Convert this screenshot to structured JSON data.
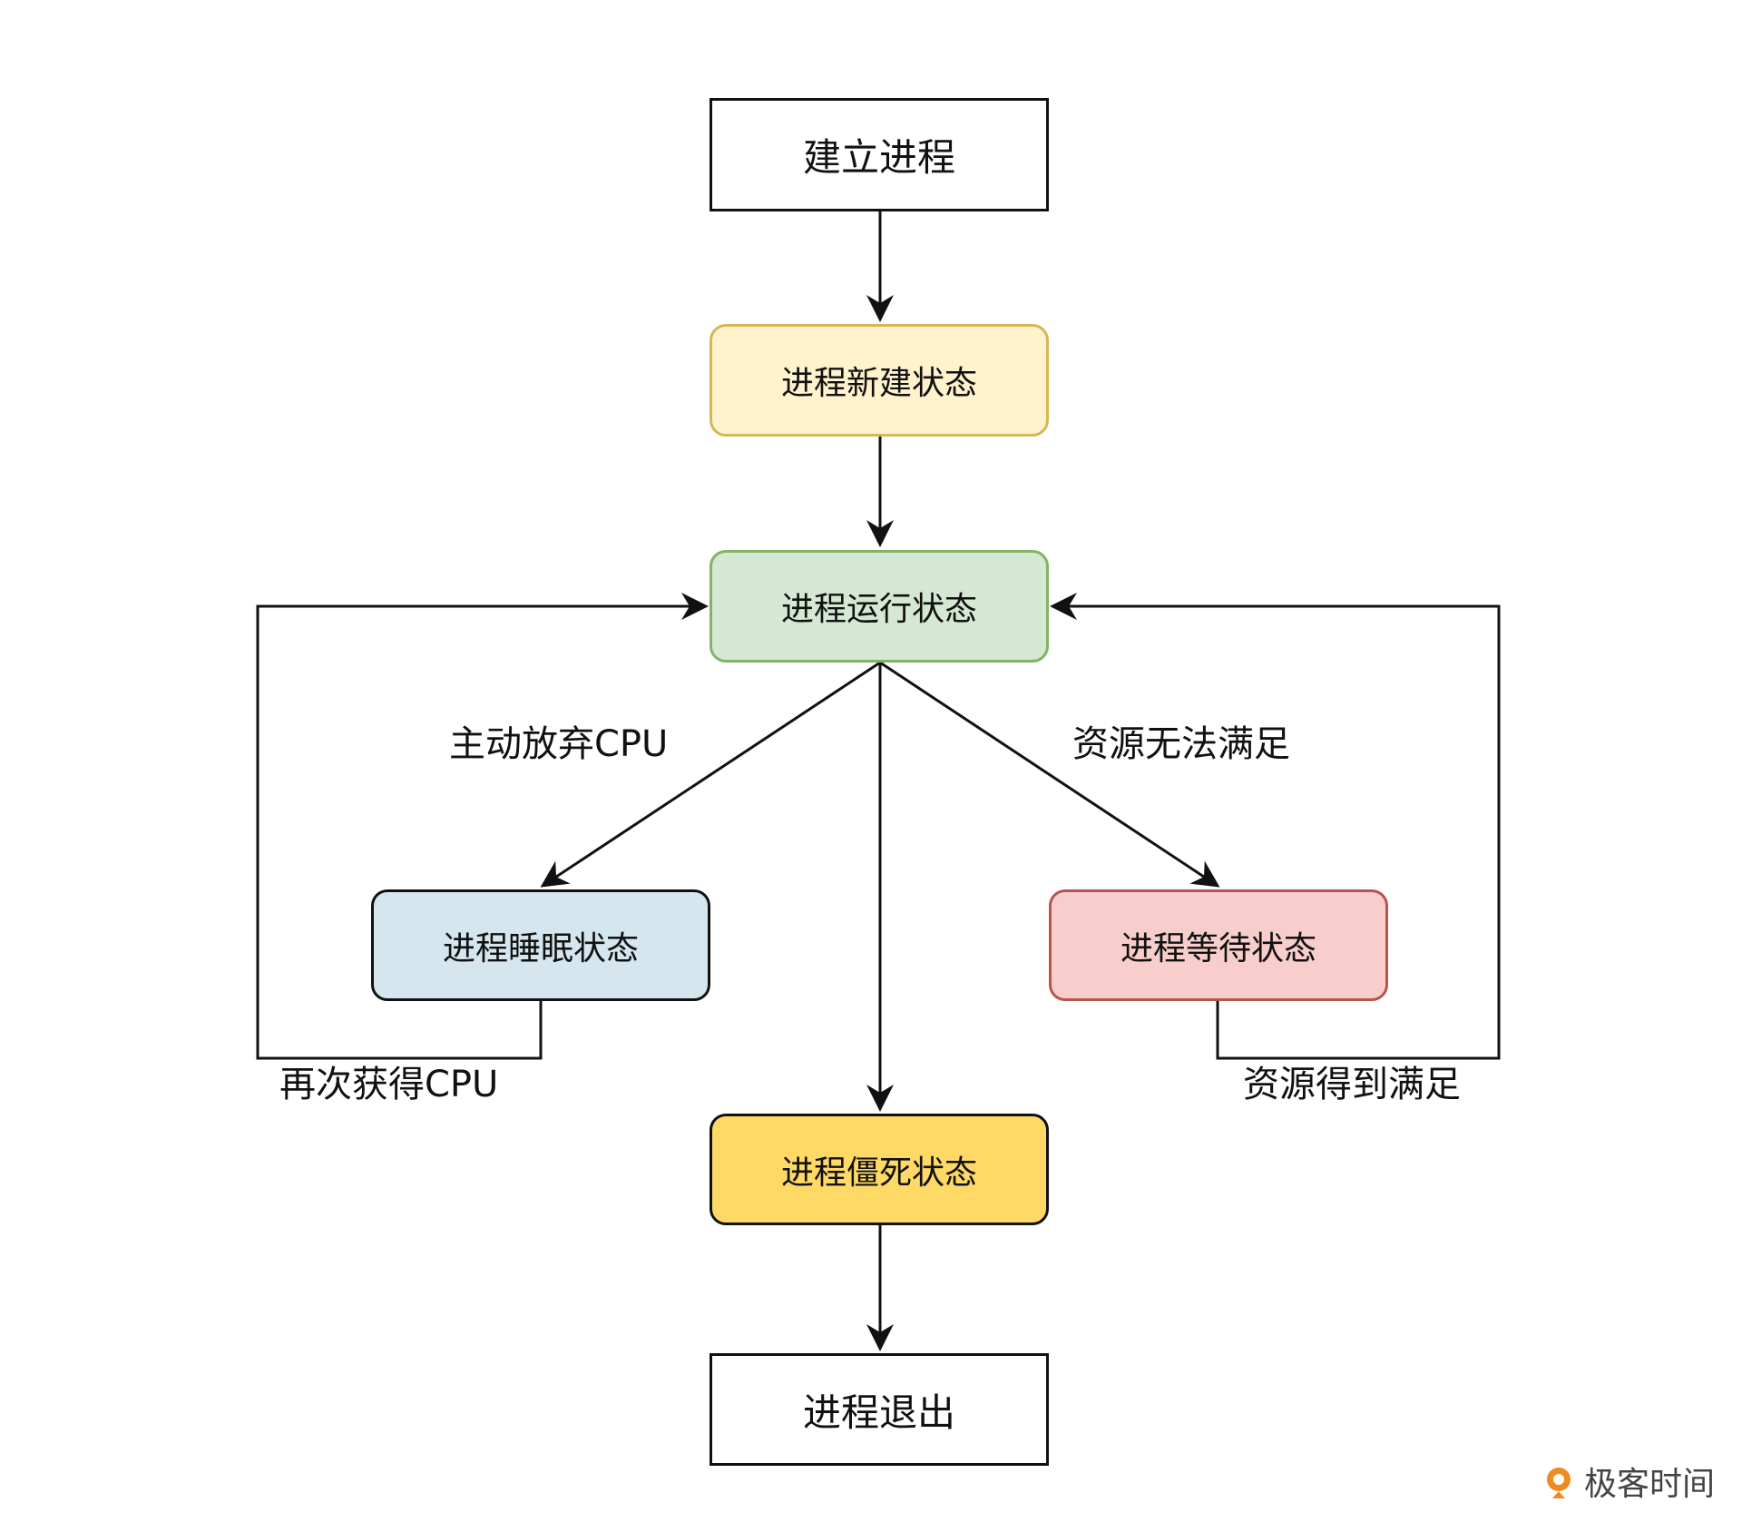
{
  "nodes": {
    "create_process": "建立进程",
    "new_state": "进程新建状态",
    "running_state": "进程运行状态",
    "sleeping_state": "进程睡眠状态",
    "waiting_state": "进程等待状态",
    "zombie_state": "进程僵死状态",
    "exit_process": "进程退出"
  },
  "edge_labels": {
    "give_up_cpu": "主动放弃CPU",
    "resource_unavailable": "资源无法满足",
    "regain_cpu": "再次获得CPU",
    "resource_satisfied": "资源得到满足"
  },
  "colors": {
    "line": "#111111",
    "new_fill": "#fff2cc",
    "new_border": "#d6b656",
    "running_fill": "#d5e8d4",
    "running_border": "#82b366",
    "sleeping_fill": "#d6e6ee",
    "sleeping_border": "#111111",
    "waiting_fill": "#f8cecc",
    "waiting_border": "#b85450",
    "zombie_fill": "#ffd966",
    "zombie_border": "#111111",
    "watermark_accent": "#f08a24"
  },
  "watermark": {
    "text": "极客时间",
    "icon": "geektime-logo-icon"
  }
}
